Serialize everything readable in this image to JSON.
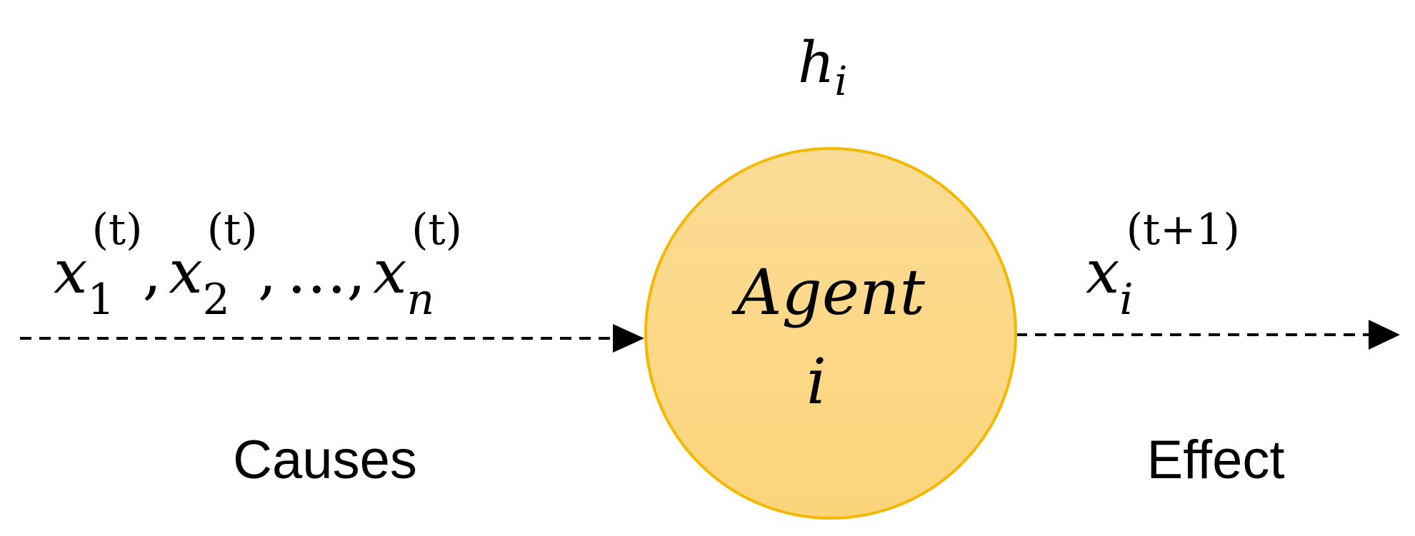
{
  "agent": {
    "hidden_state": {
      "base": "h",
      "sub": "i"
    },
    "name_line1": "Agent",
    "name_line2": "i",
    "fill_top": "#fbdc96",
    "fill_bottom": "#fcd47a",
    "stroke": "#f5b800"
  },
  "inputs": {
    "items": [
      {
        "base": "x",
        "sub": "1",
        "sup": "(t)"
      },
      {
        "base": "x",
        "sub": "2",
        "sup": "(t)"
      },
      {
        "base": "x",
        "sub": "n",
        "sup": "(t)"
      }
    ],
    "separator": ",",
    "ellipsis": "…",
    "caption": "Causes"
  },
  "output": {
    "base": "x",
    "sub": "i",
    "sup": "(t+1)",
    "caption": "Effect"
  }
}
